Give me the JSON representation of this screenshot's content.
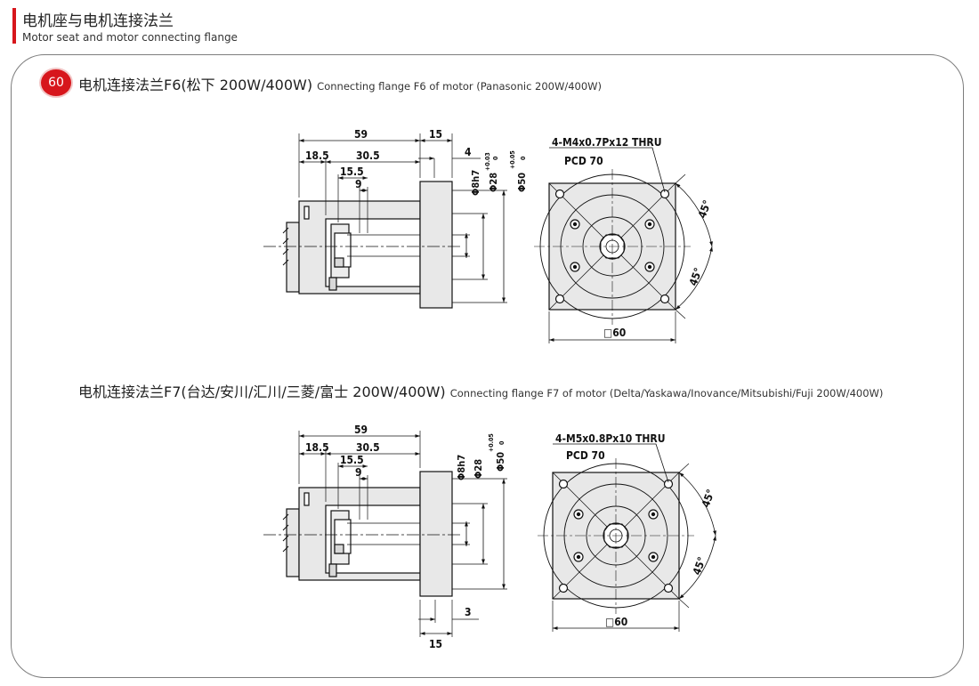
{
  "header": {
    "title_cn": "电机座与电机连接法兰",
    "title_en": "Motor seat and motor connecting flange"
  },
  "badge": "60",
  "flange_f6": {
    "title_cn": "电机连接法兰F6(松下 200W/400W)",
    "title_en": "Connecting flange F6 of motor  (Panasonic 200W/400W)",
    "dims": {
      "d59": "59",
      "d15": "15",
      "d18_5": "18.5",
      "d30_5": "30.5",
      "d15_5": "15.5",
      "d9": "9",
      "d4": "4",
      "dia8": "Φ8h7",
      "dia28": "Φ28",
      "dia28_tol": "+0.03",
      "dia28_tol2": "0",
      "dia50": "Φ50",
      "dia50_tol": "+0.05",
      "dia50_tol2": "0",
      "thread": "4-M4x0.7Px12 THRU",
      "pcd": "PCD 70",
      "ang_top": "45°",
      "ang_bot": "45°",
      "square": "□60"
    }
  },
  "flange_f7": {
    "title_cn": "电机连接法兰F7(台达/安川/汇川/三菱/富士 200W/400W)",
    "title_en": "Connecting flange F7 of motor  (Delta/Yaskawa/Inovance/Mitsubishi/Fuji 200W/400W)",
    "dims": {
      "d59": "59",
      "d18_5": "18.5",
      "d30_5": "30.5",
      "d15_5": "15.5",
      "d9": "9",
      "d3": "3",
      "d15": "15",
      "dia8": "Φ8h7",
      "dia28": "Φ28",
      "dia50": "Φ50",
      "dia50_tol": "+0.05",
      "dia50_tol2": "0",
      "thread": "4-M5x0.8Px10 THRU",
      "pcd": "PCD 70",
      "ang_top": "45°",
      "ang_bot": "45°",
      "square": "□60"
    }
  }
}
